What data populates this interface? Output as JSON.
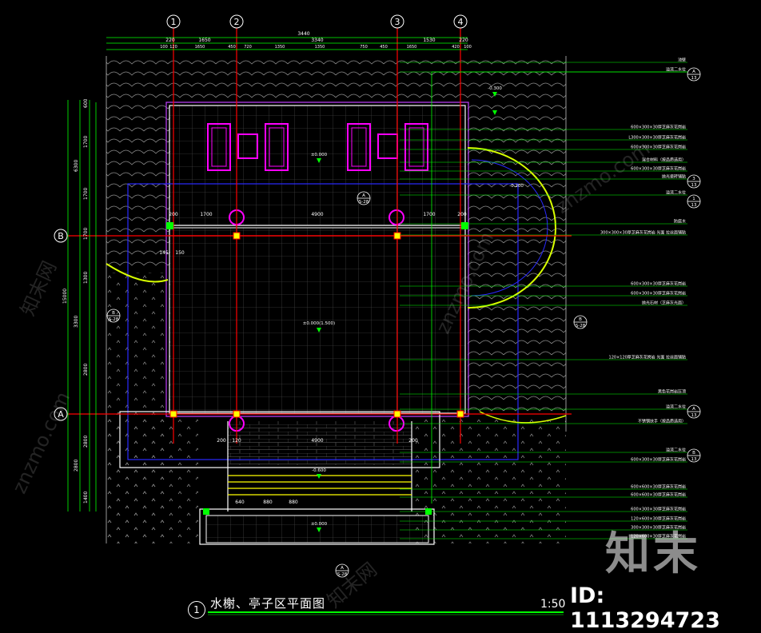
{
  "drawing": {
    "title": "水榭、亭子区平面图",
    "title_number": "1",
    "scale": "1:50",
    "id_text": "ID: 1113294723",
    "brand": "知末",
    "watermark": "znzmo.com",
    "watermark_cn": "知末网"
  },
  "grid_axes": {
    "vertical": [
      "1",
      "2",
      "3",
      "4"
    ],
    "horizontal": [
      "B",
      "A"
    ]
  },
  "dimensions_top": {
    "row1": [
      "3440"
    ],
    "row2": [
      "220",
      "1650",
      "3340",
      "1530",
      "220"
    ],
    "row3": [
      "100",
      "120",
      "1650",
      "450",
      "720",
      "1350",
      "1350",
      "750",
      "450",
      "1650",
      "420",
      "100"
    ]
  },
  "dimensions_left": [
    "600",
    "1700",
    "6300",
    "1700",
    "1700",
    "1300",
    "3300",
    "15000",
    "2800",
    "2800",
    "2800",
    "1400"
  ],
  "inner_dimensions": [
    "200",
    "1700",
    "4900",
    "1700",
    "200",
    "145",
    "150",
    "200",
    "120",
    "4900",
    "200",
    "640",
    "880",
    "880"
  ],
  "levels": [
    "±0.000",
    "-0.300",
    "±0.000(1.500)",
    "-0.200",
    "-0.600",
    "±0.000"
  ],
  "callouts": {
    "section_symbols": [
      {
        "letter": "A",
        "sheet": "S-28"
      },
      {
        "letter": "B",
        "sheet": "S-28"
      },
      {
        "letter": "B",
        "sheet": "S-28"
      },
      {
        "letter": "A",
        "sheet": "S-28"
      }
    ],
    "right_markers": [
      {
        "letter": "A",
        "sheet": "13"
      },
      {
        "letter": "3",
        "sheet": "13"
      },
      {
        "letter": "1",
        "sheet": "13"
      },
      {
        "letter": "A",
        "sheet": "13"
      },
      {
        "letter": "B",
        "sheet": "13"
      }
    ]
  },
  "annotations_right": [
    "池壁",
    "溢流二水位",
    "600×300×30厚芝麻灰花岗岩",
    "L300×300×30厚芝麻灰花岗岩",
    "600×300×30厚芝麻灰花岗岩",
    "混合材料（按品质选用）",
    "600×300×30厚芝麻灰花岗岩",
    "抛光瓷砖铺贴",
    "溢流二水位",
    "防腐木",
    "300×300×30厚芝麻灰花岗岩 光面 拉丝面铺贴",
    "600×300×30厚芝麻灰花岗岩",
    "600×300×30厚芝麻灰花岗岩",
    "抛光石材（芝麻灰光面）",
    "120×120厚芝麻灰花岗岩 光面 拉丝面铺贴",
    "黑色花岗岩压顶",
    "溢流二水位",
    "不锈钢扶手（按品质选用）",
    "溢流二水位",
    "600×300×30厚芝麻灰花岗岩",
    "600×600×30厚芝麻灰花岗岩",
    "600×600×30厚芝麻灰花岗岩",
    "600×300×30厚芝麻灰花岗岩",
    "120×600×30厚芝麻灰花岗岩",
    "300×300×30厚芝麻灰花岗岩",
    "120×600×30厚芝麻灰花岗岩"
  ],
  "colors": {
    "background": "#000000",
    "dimension": "#00ff00",
    "outline": "#ffffff",
    "grid_axis": "#ff0000",
    "furniture": "#ff00ff",
    "arc": "#ffff00",
    "water_pattern": "#9a9a9a",
    "leader": "#ff2a2a"
  }
}
